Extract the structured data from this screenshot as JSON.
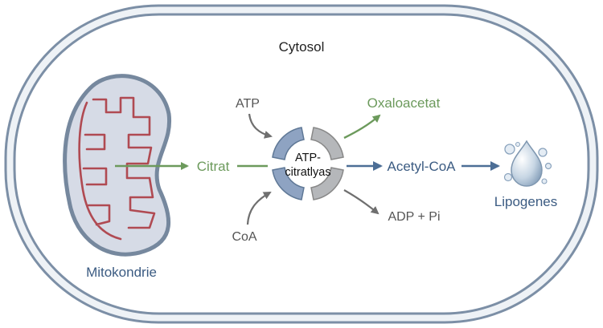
{
  "labels": {
    "cytosol": "Cytosol",
    "mitochondrion": "Mitokondrie",
    "citrate": "Citrat",
    "atp": "ATP",
    "coa": "CoA",
    "enzyme_line1": "ATP-",
    "enzyme_line2": "citratlyas",
    "oxaloacetate": "Oxaloacetat",
    "acetyl_coa": "Acetyl-CoA",
    "adp_pi": "ADP + Pi",
    "lipogenesis": "Lipogenes"
  },
  "colors": {
    "membrane_outer": "#7c8fa6",
    "membrane_fill": "#dfe6ee",
    "mito_fill": "#d6dbe6",
    "mito_inner": "#b04a52",
    "green": "#6c9a5c",
    "blue": "#4c6e96",
    "gray": "#6f6f6f",
    "enzyme_blue": "#8ea3c2",
    "enzyme_gray": "#b5b7ba",
    "droplet": "#9fb6cc"
  }
}
